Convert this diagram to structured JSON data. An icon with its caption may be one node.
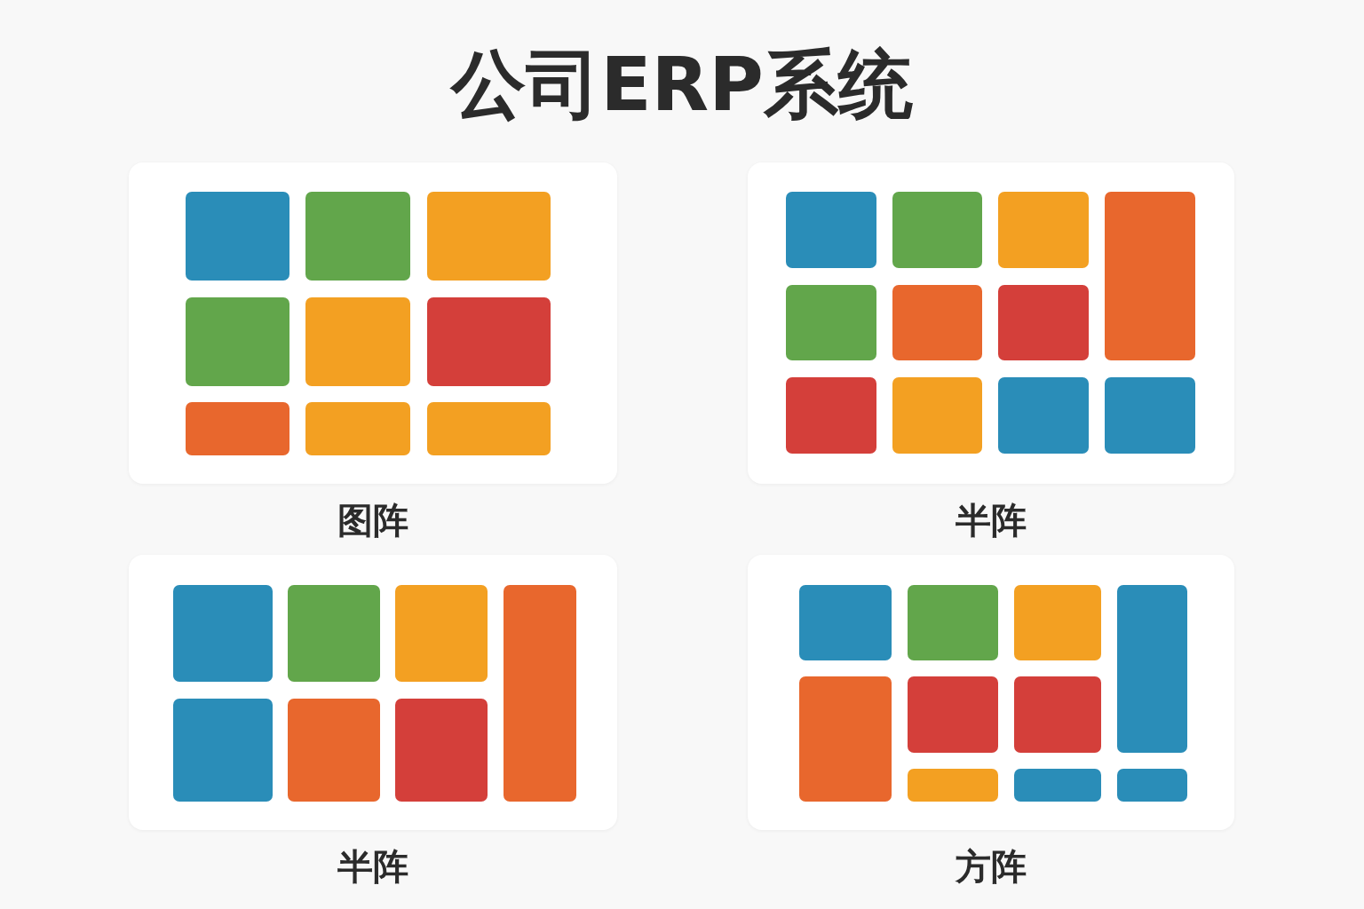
{
  "diagram": {
    "title": "公司ERP系统",
    "nodes": [
      {
        "text": [
          "图阵"
        ]
      },
      {
        "text": [],
        "shape": "box",
        "in": 0
      },
      {
        "text": [],
        "shape": "box",
        "in": 0
      },
      {
        "text": [],
        "shape": "box",
        "in": 0
      },
      {
        "text": [],
        "shape": "box",
        "in": 0
      },
      {
        "text": [],
        "shape": "box",
        "in": 0
      },
      {
        "text": [],
        "shape": "box",
        "in": 0
      },
      {
        "text": [],
        "shape": "box",
        "in": 0
      },
      {
        "text": [],
        "shape": "box",
        "in": 0
      },
      {
        "text": [],
        "shape": "box",
        "in": 0
      },
      {
        "text": [
          "半阵"
        ]
      },
      {
        "text": [],
        "shape": "box",
        "in": 10
      },
      {
        "text": [],
        "shape": "box",
        "in": 10
      },
      {
        "text": [],
        "shape": "box",
        "in": 10
      },
      {
        "text": [],
        "shape": "box",
        "in": 10
      },
      {
        "text": [],
        "shape": "box",
        "in": 10
      },
      {
        "text": [],
        "shape": "box",
        "in": 10
      },
      {
        "text": [],
        "shape": "box",
        "in": 10
      },
      {
        "text": [],
        "shape": "box",
        "in": 10
      },
      {
        "text": [],
        "shape": "box",
        "in": 10
      },
      {
        "text": [],
        "shape": "box",
        "in": 10
      },
      {
        "text": [],
        "shape": "box",
        "in": 10
      },
      {
        "text": [
          "半阵"
        ]
      },
      {
        "text": [],
        "shape": "box",
        "in": 22
      },
      {
        "text": [],
        "shape": "box",
        "in": 22
      },
      {
        "text": [],
        "shape": "box",
        "in": 22
      },
      {
        "text": [],
        "shape": "box",
        "in": 22
      },
      {
        "text": [],
        "shape": "box",
        "in": 22
      },
      {
        "text": [],
        "shape": "box",
        "in": 22
      },
      {
        "text": [],
        "shape": "box",
        "in": 22
      },
      {
        "text": [
          "方阵"
        ]
      },
      {
        "text": [],
        "shape": "box",
        "in": 30
      },
      {
        "text": [],
        "shape": "box",
        "in": 30
      },
      {
        "text": [],
        "shape": "box",
        "in": 30
      },
      {
        "text": [],
        "shape": "box",
        "in": 30
      },
      {
        "text": [],
        "shape": "box",
        "in": 30
      },
      {
        "text": [],
        "shape": "box",
        "in": 30
      },
      {
        "text": [],
        "shape": "box",
        "in": 30
      },
      {
        "text": [],
        "shape": "box",
        "in": 30
      },
      {
        "text": [],
        "shape": "box",
        "in": 30
      },
      {
        "text": [],
        "shape": "box",
        "in": 30
      }
    ]
  }
}
